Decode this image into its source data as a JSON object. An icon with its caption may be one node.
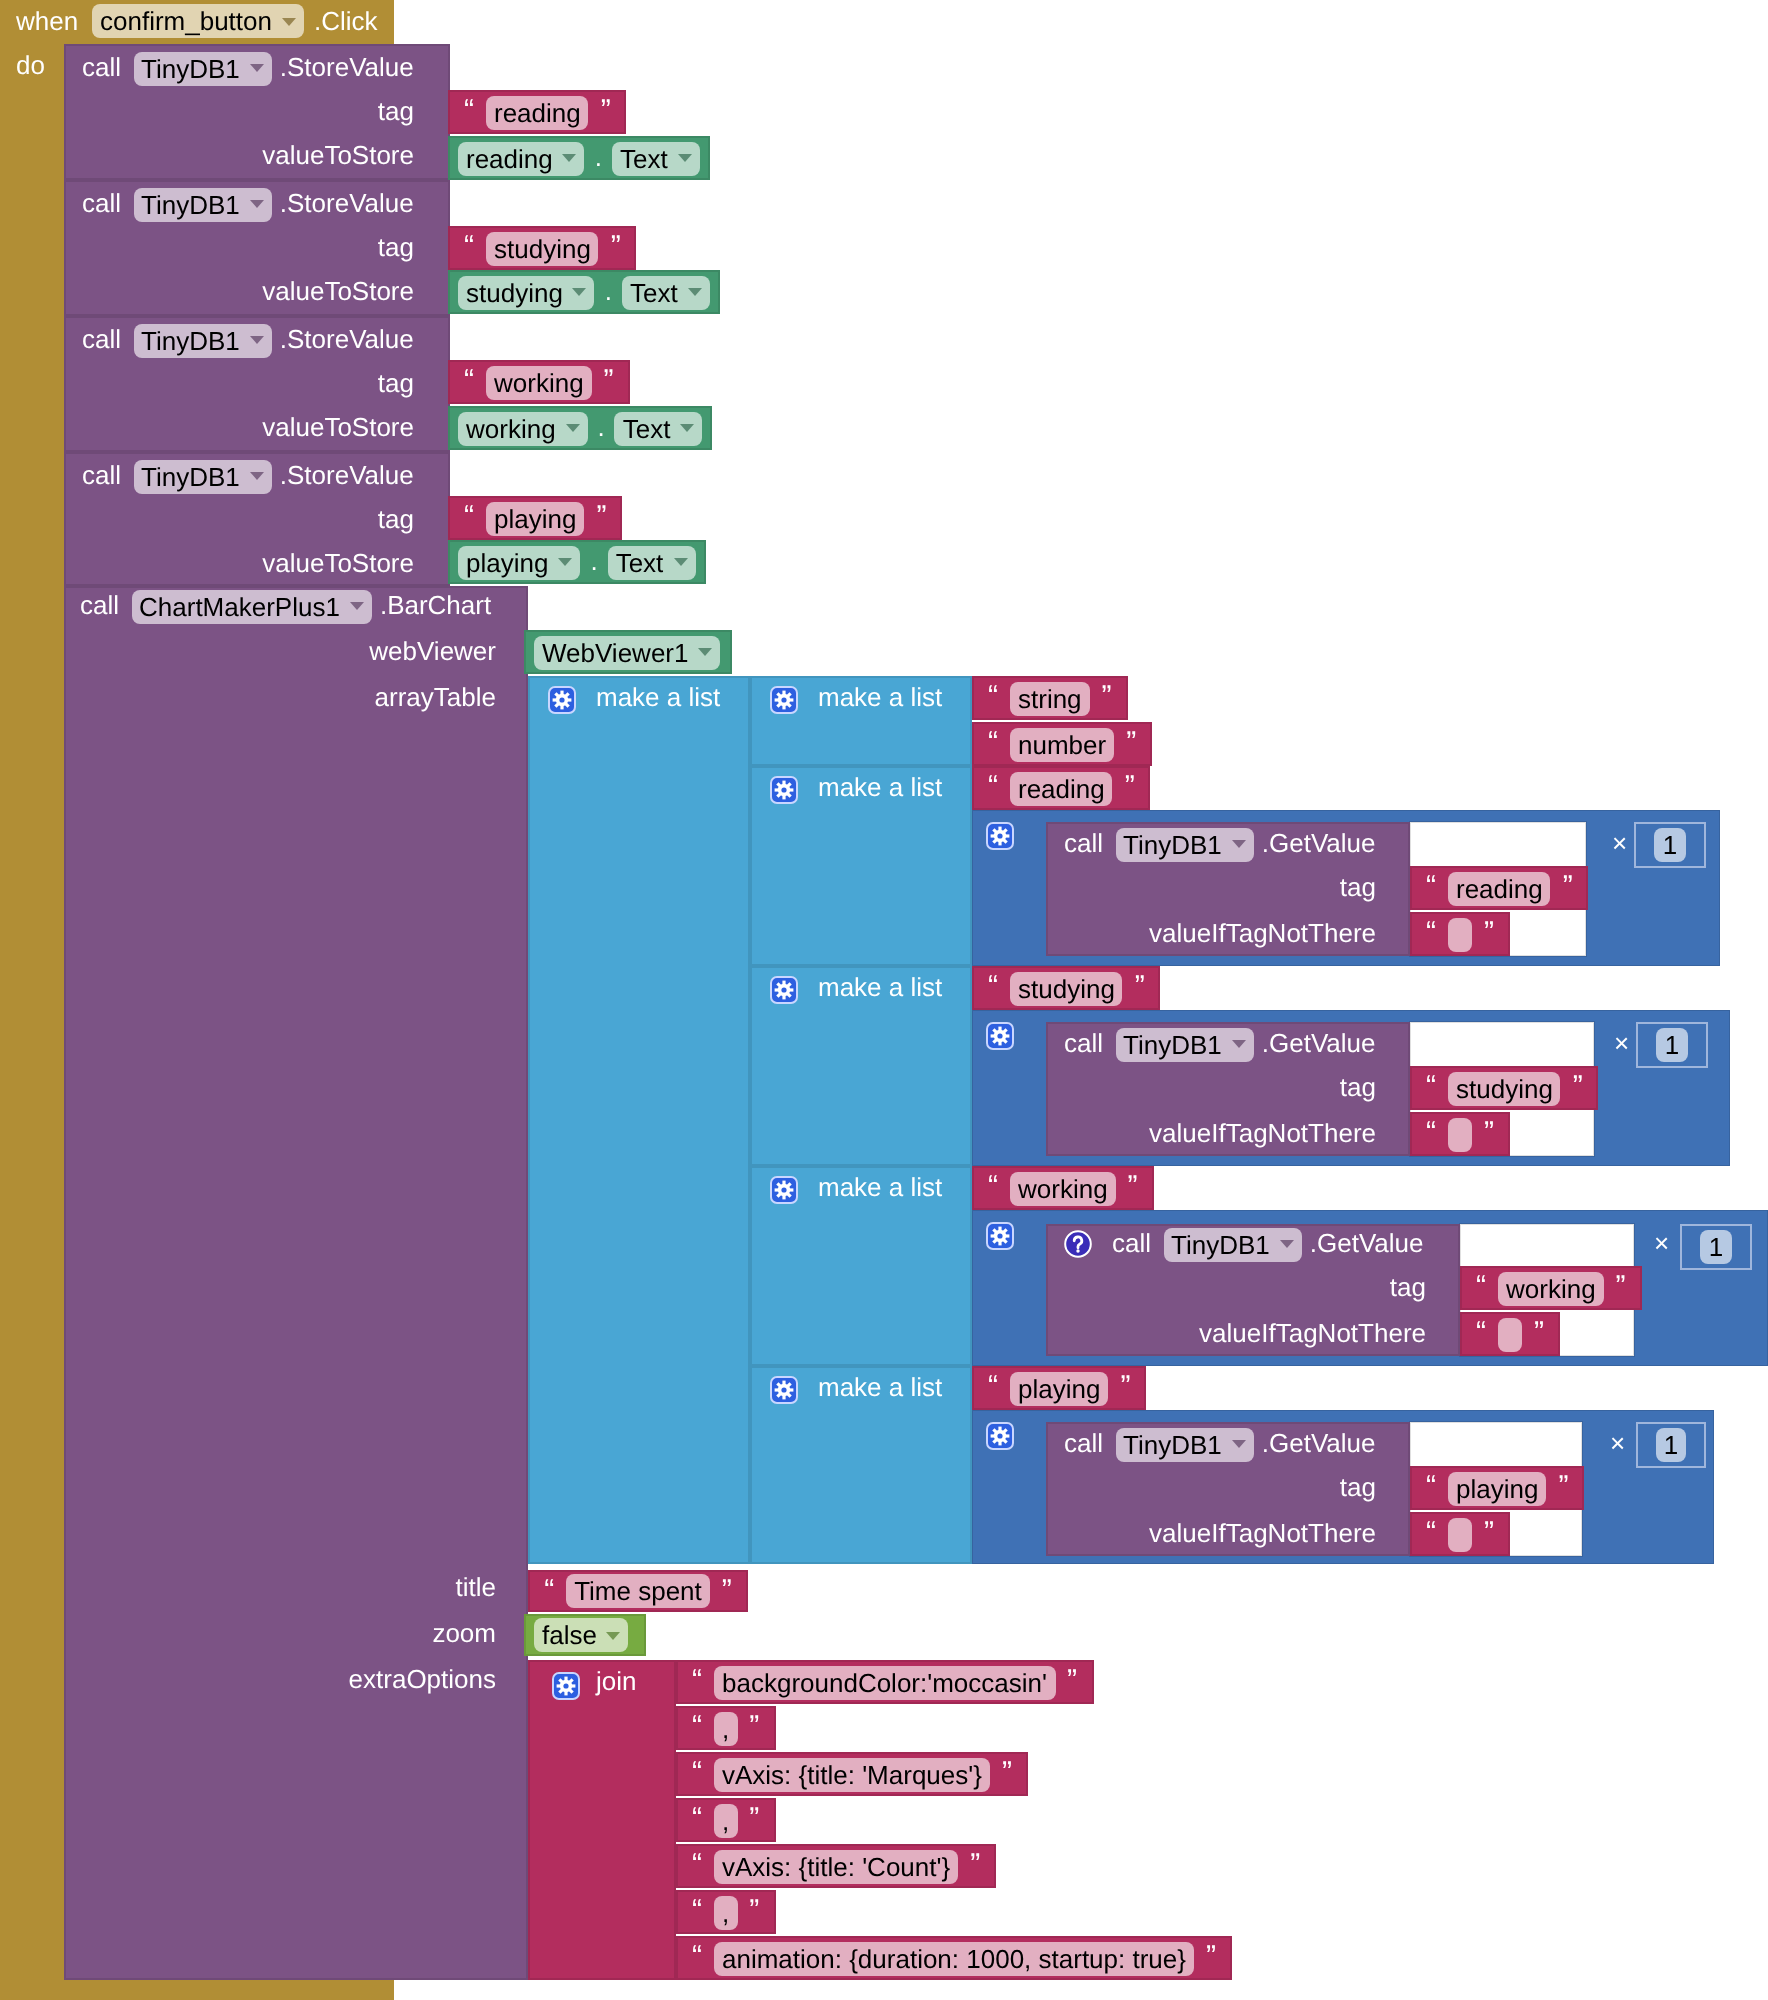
{
  "diagram": {
    "nodes": [
      {
        "text": [
          "when",
          "confirm_button",
          ".Click",
          "do"
        ]
      },
      {
        "text": [
          "call",
          "TinyDB1",
          ".StoreValue",
          "tag",
          "valueToStore"
        ]
      },
      {
        "text": [
          "“",
          "reading",
          "”"
        ]
      },
      {
        "text": [
          "reading",
          ".",
          "Text"
        ]
      },
      {
        "text": [
          "call",
          "TinyDB1",
          ".StoreValue",
          "tag",
          "valueToStore"
        ]
      },
      {
        "text": [
          "“",
          "studying",
          "”"
        ]
      },
      {
        "text": [
          "studying",
          ".",
          "Text"
        ]
      },
      {
        "text": [
          "call",
          "TinyDB1",
          ".StoreValue",
          "tag",
          "valueToStore"
        ]
      },
      {
        "text": [
          "“",
          "working",
          "”"
        ]
      },
      {
        "text": [
          "working",
          ".",
          "Text"
        ]
      },
      {
        "text": [
          "call",
          "TinyDB1",
          ".StoreValue",
          "tag",
          "valueToStore"
        ]
      },
      {
        "text": [
          "“",
          "playing",
          "”"
        ]
      },
      {
        "text": [
          "playing",
          ".",
          "Text"
        ]
      },
      {
        "text": [
          "call",
          "ChartMakerPlus1",
          ".BarChart",
          "webViewer",
          "arrayTable",
          "title",
          "zoom",
          "extraOptions"
        ]
      },
      {
        "text": [
          "WebViewer1"
        ]
      },
      {
        "text": [
          "make a list"
        ]
      },
      {
        "text": [
          "make a list"
        ]
      },
      {
        "text": [
          "“",
          "string",
          "”"
        ]
      },
      {
        "text": [
          "“",
          "number",
          "”"
        ]
      },
      {
        "text": [
          "make a list"
        ]
      },
      {
        "text": [
          "“",
          "reading",
          "”"
        ]
      },
      {
        "text": [
          "×"
        ]
      },
      {
        "text": [
          "call",
          "TinyDB1",
          ".GetValue",
          "tag",
          "valueIfTagNotThere"
        ],
        "in": 21
      },
      {
        "text": [
          "“",
          "reading",
          "”"
        ],
        "in": 21
      },
      {
        "text": [
          "“",
          "”"
        ],
        "in": 21
      },
      {
        "text": [
          "1"
        ],
        "in": 21
      },
      {
        "text": [
          "make a list"
        ]
      },
      {
        "text": [
          "“",
          "studying",
          "”"
        ]
      },
      {
        "text": [
          "×"
        ]
      },
      {
        "text": [
          "call",
          "TinyDB1",
          ".GetValue",
          "tag",
          "valueIfTagNotThere"
        ],
        "in": 28
      },
      {
        "text": [
          "“",
          "studying",
          "”"
        ],
        "in": 28
      },
      {
        "text": [
          "“",
          "”"
        ],
        "in": 28
      },
      {
        "text": [
          "1"
        ],
        "in": 28
      },
      {
        "text": [
          "make a list"
        ]
      },
      {
        "text": [
          "“",
          "working",
          "”"
        ]
      },
      {
        "text": [
          "×"
        ]
      },
      {
        "text": [
          "call",
          "TinyDB1",
          ".GetValue",
          "tag",
          "valueIfTagNotThere"
        ],
        "in": 35
      },
      {
        "text": [
          "“",
          "working",
          "”"
        ],
        "in": 35
      },
      {
        "text": [
          "“",
          "”"
        ],
        "in": 35
      },
      {
        "text": [
          "1"
        ],
        "in": 35
      },
      {
        "text": [
          "make a list"
        ]
      },
      {
        "text": [
          "“",
          "playing",
          "”"
        ]
      },
      {
        "text": [
          "×"
        ]
      },
      {
        "text": [
          "call",
          "TinyDB1",
          ".GetValue",
          "tag",
          "valueIfTagNotThere"
        ],
        "in": 42
      },
      {
        "text": [
          "“",
          "playing",
          "”"
        ],
        "in": 42
      },
      {
        "text": [
          "“",
          "”"
        ],
        "in": 42
      },
      {
        "text": [
          "1"
        ],
        "in": 42
      },
      {
        "text": [
          "“",
          "Time spent",
          "”"
        ]
      },
      {
        "text": [
          "false"
        ]
      },
      {
        "text": [
          "join"
        ]
      },
      {
        "text": [
          "“",
          "backgroundColor:'moccasin'",
          "”"
        ]
      },
      {
        "text": [
          "“",
          ",",
          "”"
        ]
      },
      {
        "text": [
          "“",
          "vAxis: {title: 'Marques'}",
          "”"
        ]
      },
      {
        "text": [
          "“",
          ",",
          "”"
        ]
      },
      {
        "text": [
          "“",
          "vAxis: {title: 'Count'}",
          "”"
        ]
      },
      {
        "text": [
          "“",
          ",",
          "”"
        ]
      },
      {
        "text": [
          "“",
          "animation: {duration: 1000, startup: true}",
          "”"
        ]
      }
    ]
  }
}
